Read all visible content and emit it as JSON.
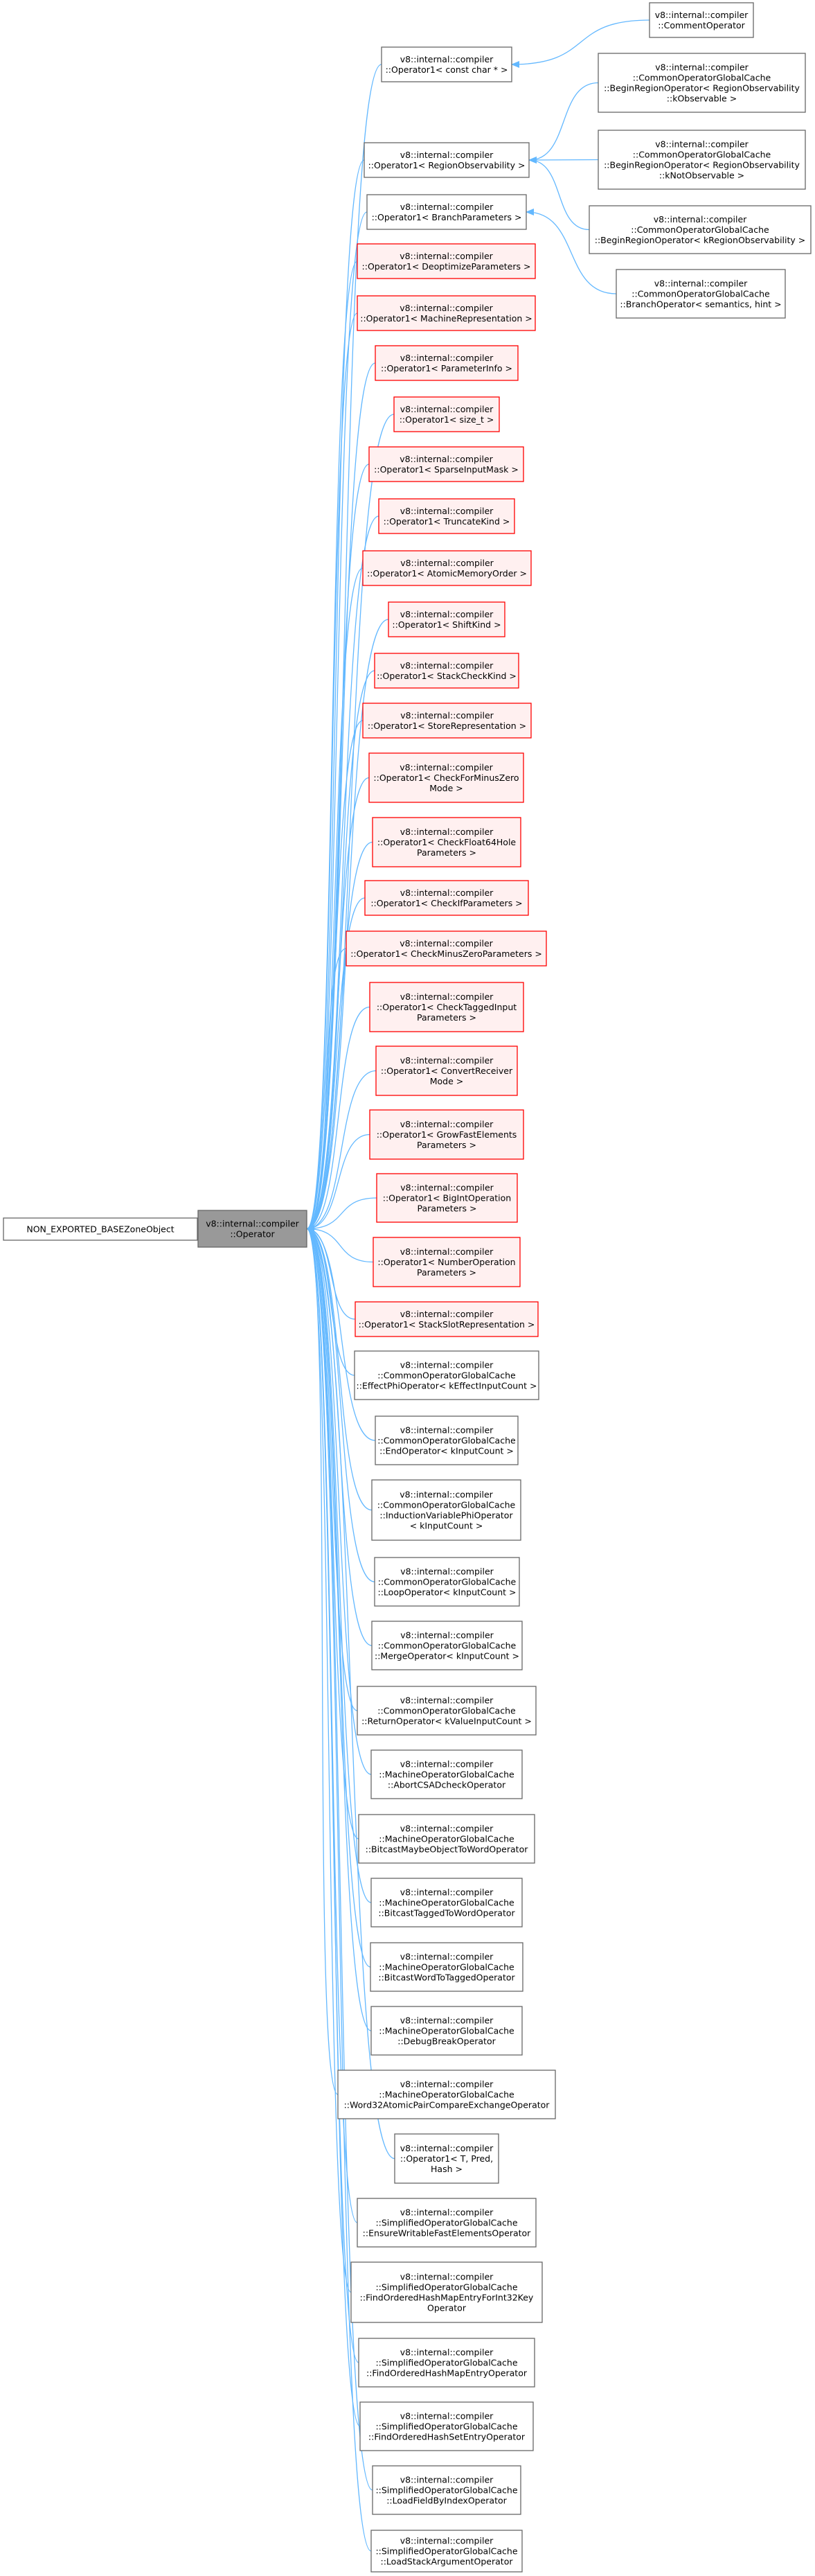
{
  "colors": {
    "edge": "#63b8ff",
    "box_border": "#666666",
    "box_fill": "#ffffff",
    "undoc_border": "#ff0000",
    "undoc_fill": "#fff0f0",
    "focus_fill": "#999999"
  },
  "nodes": [
    {
      "id": "base",
      "kind": "normal",
      "lines": [
        "NON_EXPORTED_BASEZoneObject"
      ]
    },
    {
      "id": "operator",
      "kind": "focus",
      "lines": [
        "v8::internal::compiler",
        "::Operator"
      ]
    },
    {
      "id": "op1_constchar",
      "kind": "normal",
      "lines": [
        "v8::internal::compiler",
        "::Operator1< const char * >"
      ]
    },
    {
      "id": "comment_op",
      "kind": "normal",
      "lines": [
        "v8::internal::compiler",
        "::CommentOperator"
      ]
    },
    {
      "id": "op1_region",
      "kind": "normal",
      "lines": [
        "v8::internal::compiler",
        "::Operator1< RegionObservability >"
      ]
    },
    {
      "id": "begin_kobs",
      "kind": "normal",
      "lines": [
        "v8::internal::compiler",
        "::CommonOperatorGlobalCache",
        "::BeginRegionOperator< RegionObservability",
        "::kObservable >"
      ]
    },
    {
      "id": "begin_knotobs",
      "kind": "normal",
      "lines": [
        "v8::internal::compiler",
        "::CommonOperatorGlobalCache",
        "::BeginRegionOperator< RegionObservability",
        "::kNotObservable >"
      ]
    },
    {
      "id": "begin_k",
      "kind": "normal",
      "lines": [
        "v8::internal::compiler",
        "::CommonOperatorGlobalCache",
        "::BeginRegionOperator< kRegionObservability >"
      ]
    },
    {
      "id": "op1_branch",
      "kind": "normal",
      "lines": [
        "v8::internal::compiler",
        "::Operator1< BranchParameters >"
      ]
    },
    {
      "id": "branch_op",
      "kind": "normal",
      "lines": [
        "v8::internal::compiler",
        "::CommonOperatorGlobalCache",
        "::BranchOperator< semantics, hint >"
      ]
    },
    {
      "id": "op1_deopt",
      "kind": "undoc",
      "lines": [
        "v8::internal::compiler",
        "::Operator1< DeoptimizeParameters >"
      ]
    },
    {
      "id": "op1_machrep",
      "kind": "undoc",
      "lines": [
        "v8::internal::compiler",
        "::Operator1< MachineRepresentation >"
      ]
    },
    {
      "id": "op1_paraminfo",
      "kind": "undoc",
      "lines": [
        "v8::internal::compiler",
        "::Operator1< ParameterInfo >"
      ]
    },
    {
      "id": "op1_sizet",
      "kind": "undoc",
      "lines": [
        "v8::internal::compiler",
        "::Operator1< size_t >"
      ]
    },
    {
      "id": "op1_sparse",
      "kind": "undoc",
      "lines": [
        "v8::internal::compiler",
        "::Operator1< SparseInputMask >"
      ]
    },
    {
      "id": "op1_truncate",
      "kind": "undoc",
      "lines": [
        "v8::internal::compiler",
        "::Operator1< TruncateKind >"
      ]
    },
    {
      "id": "op1_atomic",
      "kind": "undoc",
      "lines": [
        "v8::internal::compiler",
        "::Operator1< AtomicMemoryOrder >"
      ]
    },
    {
      "id": "op1_shift",
      "kind": "undoc",
      "lines": [
        "v8::internal::compiler",
        "::Operator1< ShiftKind >"
      ]
    },
    {
      "id": "op1_stackcheck",
      "kind": "undoc",
      "lines": [
        "v8::internal::compiler",
        "::Operator1< StackCheckKind >"
      ]
    },
    {
      "id": "op1_storerep",
      "kind": "undoc",
      "lines": [
        "v8::internal::compiler",
        "::Operator1< StoreRepresentation >"
      ]
    },
    {
      "id": "op1_checkminuszeromode",
      "kind": "undoc",
      "lines": [
        "v8::internal::compiler",
        "::Operator1< CheckForMinusZero",
        "Mode >"
      ]
    },
    {
      "id": "op1_checkfloat64",
      "kind": "undoc",
      "lines": [
        "v8::internal::compiler",
        "::Operator1< CheckFloat64Hole",
        "Parameters >"
      ]
    },
    {
      "id": "op1_checkif",
      "kind": "undoc",
      "lines": [
        "v8::internal::compiler",
        "::Operator1< CheckIfParameters >"
      ]
    },
    {
      "id": "op1_checkminuszeroparams",
      "kind": "undoc",
      "lines": [
        "v8::internal::compiler",
        "::Operator1< CheckMinusZeroParameters >"
      ]
    },
    {
      "id": "op1_checktagged",
      "kind": "undoc",
      "lines": [
        "v8::internal::compiler",
        "::Operator1< CheckTaggedInput",
        "Parameters >"
      ]
    },
    {
      "id": "op1_convertreceiver",
      "kind": "undoc",
      "lines": [
        "v8::internal::compiler",
        "::Operator1< ConvertReceiver",
        "Mode >"
      ]
    },
    {
      "id": "op1_growfast",
      "kind": "undoc",
      "lines": [
        "v8::internal::compiler",
        "::Operator1< GrowFastElements",
        "Parameters >"
      ]
    },
    {
      "id": "op1_bigint",
      "kind": "undoc",
      "lines": [
        "v8::internal::compiler",
        "::Operator1< BigIntOperation",
        "Parameters >"
      ]
    },
    {
      "id": "op1_number",
      "kind": "undoc",
      "lines": [
        "v8::internal::compiler",
        "::Operator1< NumberOperation",
        "Parameters >"
      ]
    },
    {
      "id": "op1_stackslot",
      "kind": "undoc",
      "lines": [
        "v8::internal::compiler",
        "::Operator1< StackSlotRepresentation >"
      ]
    },
    {
      "id": "effectphi",
      "kind": "normal",
      "lines": [
        "v8::internal::compiler",
        "::CommonOperatorGlobalCache",
        "::EffectPhiOperator< kEffectInputCount >"
      ]
    },
    {
      "id": "endop",
      "kind": "normal",
      "lines": [
        "v8::internal::compiler",
        "::CommonOperatorGlobalCache",
        "::EndOperator< kInputCount >"
      ]
    },
    {
      "id": "inductionphi",
      "kind": "normal",
      "lines": [
        "v8::internal::compiler",
        "::CommonOperatorGlobalCache",
        "::InductionVariablePhiOperator",
        "< kInputCount >"
      ]
    },
    {
      "id": "loopop",
      "kind": "normal",
      "lines": [
        "v8::internal::compiler",
        "::CommonOperatorGlobalCache",
        "::LoopOperator< kInputCount >"
      ]
    },
    {
      "id": "mergeop",
      "kind": "normal",
      "lines": [
        "v8::internal::compiler",
        "::CommonOperatorGlobalCache",
        "::MergeOperator< kInputCount >"
      ]
    },
    {
      "id": "returnop",
      "kind": "normal",
      "lines": [
        "v8::internal::compiler",
        "::CommonOperatorGlobalCache",
        "::ReturnOperator< kValueInputCount >"
      ]
    },
    {
      "id": "abortcsa",
      "kind": "normal",
      "lines": [
        "v8::internal::compiler",
        "::MachineOperatorGlobalCache",
        "::AbortCSADcheckOperator"
      ]
    },
    {
      "id": "bitcastmaybe",
      "kind": "normal",
      "lines": [
        "v8::internal::compiler",
        "::MachineOperatorGlobalCache",
        "::BitcastMaybeObjectToWordOperator"
      ]
    },
    {
      "id": "bitcasttagged",
      "kind": "normal",
      "lines": [
        "v8::internal::compiler",
        "::MachineOperatorGlobalCache",
        "::BitcastTaggedToWordOperator"
      ]
    },
    {
      "id": "bitcastword",
      "kind": "normal",
      "lines": [
        "v8::internal::compiler",
        "::MachineOperatorGlobalCache",
        "::BitcastWordToTaggedOperator"
      ]
    },
    {
      "id": "debugbreak",
      "kind": "normal",
      "lines": [
        "v8::internal::compiler",
        "::MachineOperatorGlobalCache",
        "::DebugBreakOperator"
      ]
    },
    {
      "id": "word32atomic",
      "kind": "normal",
      "lines": [
        "v8::internal::compiler",
        "::MachineOperatorGlobalCache",
        "::Word32AtomicPairCompareExchangeOperator"
      ]
    },
    {
      "id": "op1_tpred",
      "kind": "normal",
      "lines": [
        "v8::internal::compiler",
        "::Operator1< T, Pred,",
        "Hash >"
      ]
    },
    {
      "id": "ensurewritable",
      "kind": "normal",
      "lines": [
        "v8::internal::compiler",
        "::SimplifiedOperatorGlobalCache",
        "::EnsureWritableFastElementsOperator"
      ]
    },
    {
      "id": "findorderedint32",
      "kind": "normal",
      "lines": [
        "v8::internal::compiler",
        "::SimplifiedOperatorGlobalCache",
        "::FindOrderedHashMapEntryForInt32Key",
        "Operator"
      ]
    },
    {
      "id": "findorderedmap",
      "kind": "normal",
      "lines": [
        "v8::internal::compiler",
        "::SimplifiedOperatorGlobalCache",
        "::FindOrderedHashMapEntryOperator"
      ]
    },
    {
      "id": "findorderedset",
      "kind": "normal",
      "lines": [
        "v8::internal::compiler",
        "::SimplifiedOperatorGlobalCache",
        "::FindOrderedHashSetEntryOperator"
      ]
    },
    {
      "id": "loadfield",
      "kind": "normal",
      "lines": [
        "v8::internal::compiler",
        "::SimplifiedOperatorGlobalCache",
        "::LoadFieldByIndexOperator"
      ]
    },
    {
      "id": "loadstackarg",
      "kind": "normal",
      "lines": [
        "v8::internal::compiler",
        "::SimplifiedOperatorGlobalCache",
        "::LoadStackArgumentOperator"
      ]
    }
  ],
  "edges": [
    {
      "from": "operator",
      "to": "base"
    },
    {
      "from": "op1_constchar",
      "to": "operator"
    },
    {
      "from": "comment_op",
      "to": "op1_constchar"
    },
    {
      "from": "op1_region",
      "to": "operator"
    },
    {
      "from": "begin_kobs",
      "to": "op1_region"
    },
    {
      "from": "begin_knotobs",
      "to": "op1_region"
    },
    {
      "from": "begin_k",
      "to": "op1_region"
    },
    {
      "from": "op1_branch",
      "to": "operator"
    },
    {
      "from": "branch_op",
      "to": "op1_branch"
    },
    {
      "from": "op1_deopt",
      "to": "operator"
    },
    {
      "from": "op1_machrep",
      "to": "operator"
    },
    {
      "from": "op1_paraminfo",
      "to": "operator"
    },
    {
      "from": "op1_sizet",
      "to": "operator"
    },
    {
      "from": "op1_sparse",
      "to": "operator"
    },
    {
      "from": "op1_truncate",
      "to": "operator"
    },
    {
      "from": "op1_atomic",
      "to": "operator"
    },
    {
      "from": "op1_shift",
      "to": "operator"
    },
    {
      "from": "op1_stackcheck",
      "to": "operator"
    },
    {
      "from": "op1_storerep",
      "to": "operator"
    },
    {
      "from": "op1_checkminuszeromode",
      "to": "operator"
    },
    {
      "from": "op1_checkfloat64",
      "to": "operator"
    },
    {
      "from": "op1_checkif",
      "to": "operator"
    },
    {
      "from": "op1_checkminuszeroparams",
      "to": "operator"
    },
    {
      "from": "op1_checktagged",
      "to": "operator"
    },
    {
      "from": "op1_convertreceiver",
      "to": "operator"
    },
    {
      "from": "op1_growfast",
      "to": "operator"
    },
    {
      "from": "op1_bigint",
      "to": "operator"
    },
    {
      "from": "op1_number",
      "to": "operator"
    },
    {
      "from": "op1_stackslot",
      "to": "operator"
    },
    {
      "from": "effectphi",
      "to": "operator"
    },
    {
      "from": "endop",
      "to": "operator"
    },
    {
      "from": "inductionphi",
      "to": "operator"
    },
    {
      "from": "loopop",
      "to": "operator"
    },
    {
      "from": "mergeop",
      "to": "operator"
    },
    {
      "from": "returnop",
      "to": "operator"
    },
    {
      "from": "abortcsa",
      "to": "operator"
    },
    {
      "from": "bitcastmaybe",
      "to": "operator"
    },
    {
      "from": "bitcasttagged",
      "to": "operator"
    },
    {
      "from": "bitcastword",
      "to": "operator"
    },
    {
      "from": "debugbreak",
      "to": "operator"
    },
    {
      "from": "word32atomic",
      "to": "operator"
    },
    {
      "from": "op1_tpred",
      "to": "operator"
    },
    {
      "from": "ensurewritable",
      "to": "operator"
    },
    {
      "from": "findorderedint32",
      "to": "operator"
    },
    {
      "from": "findorderedmap",
      "to": "operator"
    },
    {
      "from": "findorderedset",
      "to": "operator"
    },
    {
      "from": "loadfield",
      "to": "operator"
    },
    {
      "from": "loadstackarg",
      "to": "operator"
    }
  ]
}
